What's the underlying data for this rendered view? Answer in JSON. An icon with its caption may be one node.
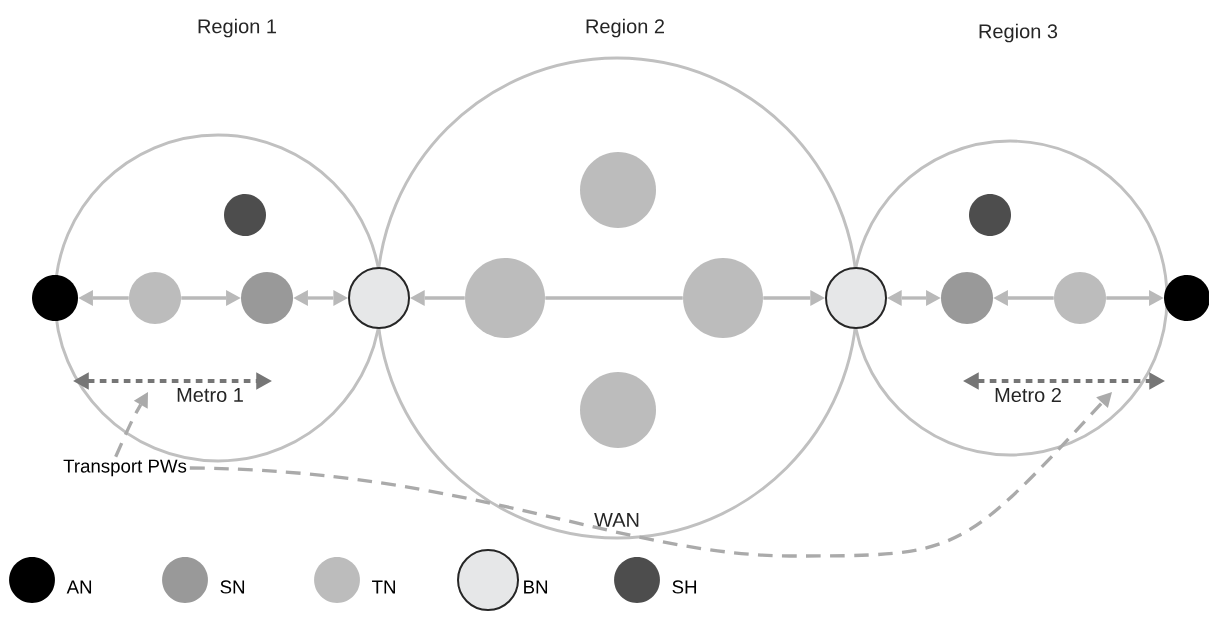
{
  "diagram": {
    "nodes": [
      {
        "text": [
          "Region 1",
          "Metro 1"
        ]
      },
      {
        "text": [],
        "shape": "circle",
        "in": 0
      },
      {
        "text": [],
        "shape": "circle"
      },
      {
        "text": [],
        "shape": "circle",
        "in": 0
      },
      {
        "text": [],
        "shape": "circle",
        "in": 0
      },
      {
        "text": [],
        "shape": "arrow",
        "in": 0
      },
      {
        "text": [],
        "shape": "circle"
      },
      {
        "text": [
          "Region 2",
          "WAN"
        ]
      },
      {
        "text": [],
        "shape": "circle",
        "in": 7
      },
      {
        "text": [],
        "shape": "circle",
        "in": 7
      },
      {
        "text": [],
        "shape": "circle",
        "in": 7
      },
      {
        "text": [],
        "shape": "circle",
        "in": 7
      },
      {
        "text": [],
        "shape": "circle"
      },
      {
        "text": [
          "Region 3",
          "Metro 2"
        ]
      },
      {
        "text": [],
        "shape": "circle",
        "in": 13
      },
      {
        "text": [],
        "shape": "circle",
        "in": 13
      },
      {
        "text": [],
        "shape": "circle",
        "in": 13
      },
      {
        "text": [],
        "shape": "circle"
      },
      {
        "text": [],
        "shape": "arrow",
        "in": 13
      },
      {
        "text": [
          "Transport PWs"
        ]
      }
    ],
    "edges": [
      {
        "from": 3,
        "to": 2,
        "arrow": "to"
      },
      {
        "from": 3,
        "to": 4,
        "arrow": "to"
      },
      {
        "from": 4,
        "to": 6,
        "arrow": "both"
      },
      {
        "from": 9,
        "to": 6,
        "arrow": "to"
      },
      {
        "from": 9,
        "to": 10,
        "arrow": "none"
      },
      {
        "from": 10,
        "to": 12,
        "arrow": "to"
      },
      {
        "from": 12,
        "to": 15,
        "arrow": "both"
      },
      {
        "from": 16,
        "to": 15,
        "arrow": "to"
      },
      {
        "from": 16,
        "to": 17,
        "arrow": "to"
      },
      {
        "from": 19,
        "to": 5,
        "arrow": "to",
        "style": "dashed"
      },
      {
        "from": 19,
        "to": 18,
        "arrow": "to",
        "style": "dashed"
      }
    ],
    "legend": [
      {
        "text": "AN",
        "color": "#000000"
      },
      {
        "text": "SN",
        "color": "#999999"
      },
      {
        "text": "TN",
        "color": "#bcbcbc"
      },
      {
        "text": "BN",
        "color": "#e6e7e8"
      },
      {
        "text": "SH",
        "color": "#4d4d4d"
      }
    ]
  }
}
